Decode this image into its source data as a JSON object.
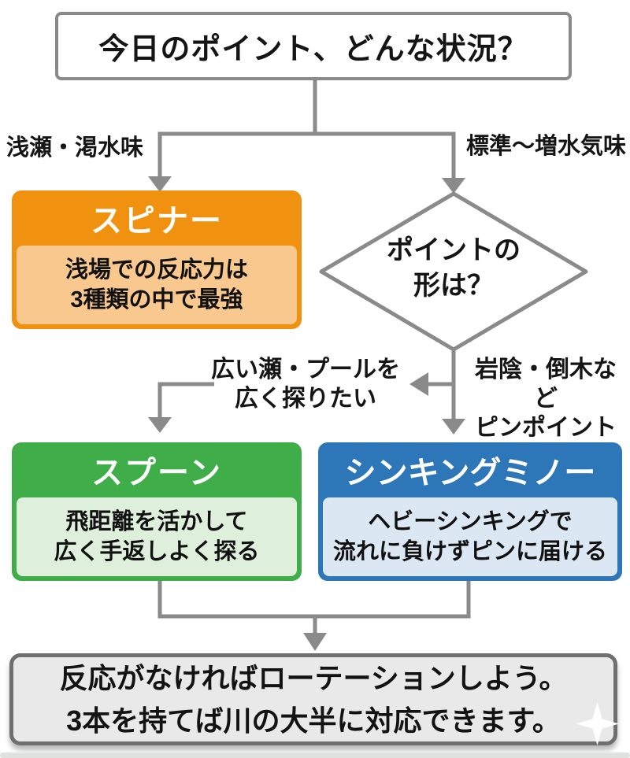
{
  "flowchart": {
    "start": {
      "question": "今日のポイント、どんな状況？"
    },
    "branch_labels": {
      "left": "浅瀬・渇水味",
      "right": "標準〜増水気味"
    },
    "spinner_card": {
      "title": "スピナー",
      "body_line1": "浅場での反応力は",
      "body_line2": "3種類の中で最強"
    },
    "decision": {
      "line1": "ポイントの",
      "line2": "形は？"
    },
    "decision_labels": {
      "left_line1": "広い瀬・プールを",
      "left_line2": "広く探りたい",
      "right_line1": "岩陰・倒木など",
      "right_line2": "ピンポイント"
    },
    "spoon_card": {
      "title": "スプーン",
      "body_line1": "飛距離を活かして",
      "body_line2": "広く手返しよく探る"
    },
    "minnow_card": {
      "title": "シンキングミノー",
      "body_line1": "ヘビーシンキングで",
      "body_line2": "流れに負けずピンに届ける"
    },
    "conclusion": {
      "line1": "反応がなければローテーションしよう。",
      "line2": "3本を持てば川の大半に対応できます。"
    },
    "colors": {
      "connector_gray": "#8a8a8a",
      "spinner_orange": "#F0920F",
      "spinner_body": "#F8C88E",
      "spoon_green": "#3FAE49",
      "spoon_body": "#DEF0DC",
      "minnow_blue": "#2D76B8",
      "minnow_body": "#DCE7F4",
      "conclusion_bg": "#E9E9E9",
      "conclusion_border": "#6f6f6f"
    }
  }
}
